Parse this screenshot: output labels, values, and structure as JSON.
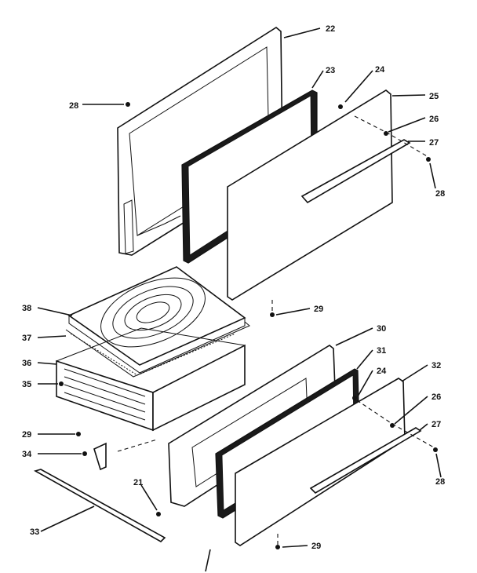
{
  "labels": {
    "l22": "22",
    "l23": "23",
    "l24a": "24",
    "l25": "25",
    "l26a": "26",
    "l27a": "27",
    "l28a": "28",
    "l28b": "28",
    "l29a": "29",
    "l30": "30",
    "l31": "31",
    "l24b": "24",
    "l32": "32",
    "l26b": "26",
    "l27b": "27",
    "l28c": "28",
    "l29b": "29",
    "l38": "38",
    "l37": "37",
    "l36": "36",
    "l35": "35",
    "l29c": "29",
    "l34": "34",
    "l21": "21",
    "l33": "33"
  }
}
